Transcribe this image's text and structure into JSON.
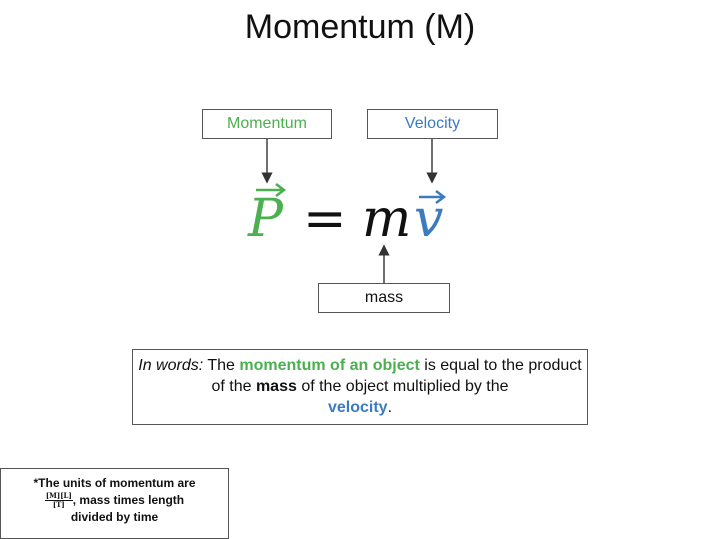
{
  "title": "Momentum (M)",
  "labels": {
    "momentum": "Momentum",
    "velocity": "Velocity",
    "mass": "mass"
  },
  "equation": {
    "lhs": "P",
    "equals": "=",
    "mass_symbol": "m",
    "velocity_symbol": "v"
  },
  "colors": {
    "momentum": "#4caf50",
    "velocity": "#3b7bbf",
    "text": "#111111",
    "border": "#555555"
  },
  "in_words": {
    "prefix": "In words:",
    "part1": "The",
    "highlight_momentum": "momentum of an object",
    "part2": "is equal to the product of the",
    "highlight_mass": "mass",
    "part3": "of the object multiplied by the",
    "highlight_velocity": "velocity",
    "end": "."
  },
  "units_note": {
    "line1": "*The units of momentum are",
    "frac_num": "[M][L]",
    "frac_den": "[T]",
    "line2": ", mass times length",
    "line3": "divided by time"
  }
}
